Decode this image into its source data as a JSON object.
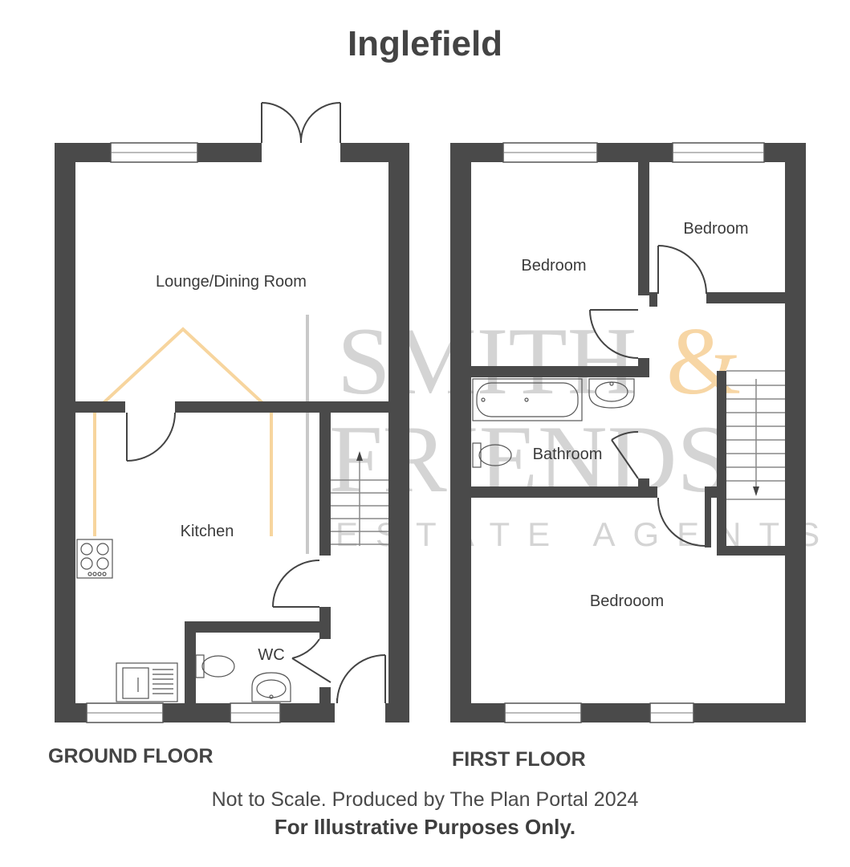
{
  "title": "Inglefield",
  "floors": {
    "ground": {
      "label": "GROUND FLOOR"
    },
    "first": {
      "label": "FIRST FLOOR"
    }
  },
  "rooms": {
    "lounge": "Lounge/Dining Room",
    "kitchen": "Kitchen",
    "wc": "WC",
    "bedroom_left": "Bedroom",
    "bedroom_right": "Bedroom",
    "bathroom": "Bathroom",
    "bedroom_large": "Bedrooom"
  },
  "watermark": {
    "line1": "SMITH",
    "amp": "&",
    "line2": "FRIENDS",
    "line3": "ESTATE AGENTS"
  },
  "footer": {
    "line1": "Not to Scale. Produced by The Plan Portal 2024",
    "line2": "For Illustrative Purposes Only."
  },
  "colors": {
    "wall": "#4a4a4a",
    "watermark_gray": "#c6c6c6",
    "watermark_orange": "#f5c67f"
  }
}
